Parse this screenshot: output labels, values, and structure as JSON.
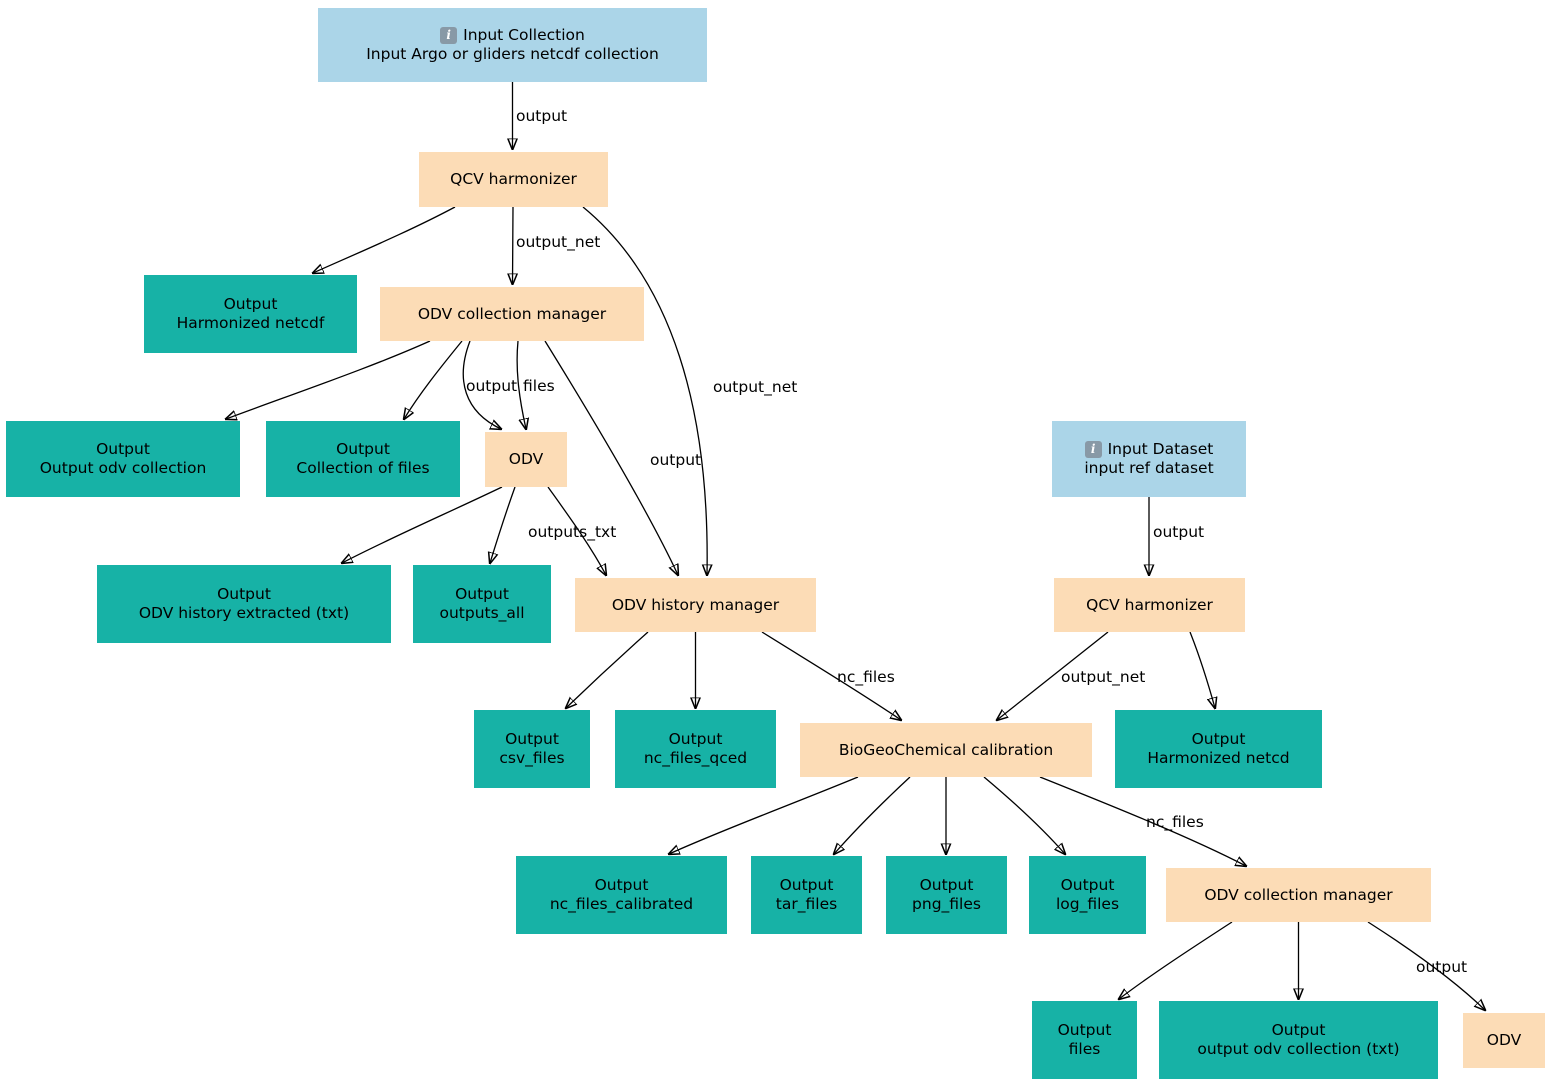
{
  "colors": {
    "input_node": "#abd5e8",
    "tool_node": "#fcdcb6",
    "output_node": "#17b2a6",
    "edge": "#000000",
    "background": "#ffffff"
  },
  "nodes": {
    "input_collection": {
      "icon": "info-icon",
      "title": "Input Collection",
      "line2": "Input Argo or gliders netcdf collection"
    },
    "qcv_harmonizer_1": {
      "title": "QCV harmonizer"
    },
    "out_harmonized_netcdf": {
      "title": "Output",
      "line2": "Harmonized netcdf"
    },
    "odv_collection_manager_1": {
      "title": "ODV collection manager"
    },
    "out_output_odv_collection": {
      "title": "Output",
      "line2": "Output odv collection"
    },
    "out_collection_of_files": {
      "title": "Output",
      "line2": "Collection of files"
    },
    "odv_1": {
      "title": "ODV"
    },
    "out_odv_history_extracted": {
      "title": "Output",
      "line2": "ODV history extracted (txt)"
    },
    "out_outputs_all": {
      "title": "Output",
      "line2": "outputs_all"
    },
    "odv_history_manager": {
      "title": "ODV history manager"
    },
    "input_dataset": {
      "icon": "info-icon",
      "title": "Input Dataset",
      "line2": "input ref dataset"
    },
    "qcv_harmonizer_2": {
      "title": "QCV harmonizer"
    },
    "out_csv_files": {
      "title": "Output",
      "line2": "csv_files"
    },
    "out_nc_files_qced": {
      "title": "Output",
      "line2": "nc_files_qced"
    },
    "biogeochemical_calibration": {
      "title": "BioGeoChemical calibration"
    },
    "out_harmonized_netcd": {
      "title": "Output",
      "line2": "Harmonized netcd"
    },
    "out_nc_files_calibrated": {
      "title": "Output",
      "line2": "nc_files_calibrated"
    },
    "out_tar_files": {
      "title": "Output",
      "line2": "tar_files"
    },
    "out_png_files": {
      "title": "Output",
      "line2": "png_files"
    },
    "out_log_files": {
      "title": "Output",
      "line2": "log_files"
    },
    "odv_collection_manager_2": {
      "title": "ODV collection manager"
    },
    "out_files": {
      "title": "Output",
      "line2": "files"
    },
    "out_output_odv_collection_txt": {
      "title": "Output",
      "line2": "output odv collection (txt)"
    },
    "odv_2": {
      "title": "ODV"
    }
  },
  "edge_labels": {
    "input_collection_to_qcv1": "output",
    "qcv1_to_odvcm1": "output_net",
    "qcv1_to_odvhm": "output_net",
    "odvcm1_to_odv_output": "output",
    "odvcm1_to_odv_files": "files",
    "odvcm1_to_odvhm": "output",
    "odv_to_odvhm": "outputs_txt",
    "odvhm_to_bgc": "nc_files",
    "input_dataset_to_qcv2": "output",
    "qcv2_to_bgc": "output_net",
    "bgc_to_odvcm2": "nc_files",
    "odvcm2_to_odv2": "output"
  }
}
